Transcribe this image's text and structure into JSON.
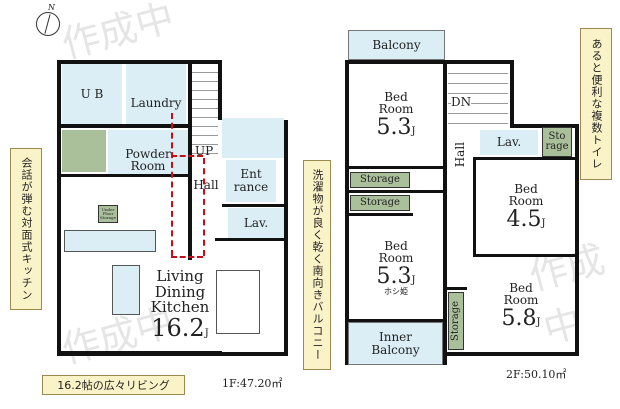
{
  "compass": {
    "label": "N"
  },
  "watermark": "作成中",
  "floor1": {
    "rooms": {
      "ub": "U B",
      "laundry": "Laundry",
      "powder_room": [
        "Powder",
        "Room"
      ],
      "hall": "Hall",
      "up": "UP",
      "entrance": [
        "Ent",
        "rance"
      ],
      "lav": "Lav.",
      "under_floor_storage": [
        "Under",
        "Floor",
        "Storage"
      ],
      "ldk": [
        "Living",
        "Dining",
        "Kitchen"
      ],
      "ldk_size": "16.2",
      "unit": "J"
    },
    "area": "1F:47.20㎡",
    "notes": {
      "kitchen": "会話が弾む対面式キッチン",
      "living": "16.2帖の広々リビング"
    }
  },
  "floor2": {
    "rooms": {
      "balcony": "Balcony",
      "bed_nw": {
        "label": [
          "Bed",
          "Room"
        ],
        "size": "5.3"
      },
      "dn": "DN",
      "hall": "Hall",
      "lav": "Lav.",
      "storage_small": [
        "Sto",
        "rage"
      ],
      "storage": "Storage",
      "bed_ne": {
        "label": [
          "Bed",
          "Room"
        ],
        "size": "4.5"
      },
      "bed_sw": {
        "label": [
          "Bed",
          "Room"
        ],
        "size": "5.3",
        "extra": "ホシ姫"
      },
      "bed_se": {
        "label": [
          "Bed",
          "Room"
        ],
        "size": "5.8"
      },
      "inner_balcony": [
        "Inner",
        "Balcony"
      ],
      "unit": "J"
    },
    "area": "2F:50.10㎡",
    "notes": {
      "balcony": "洗濯物が良く乾く南向きバルコニー",
      "toilet": "あると便利な複数トイレ"
    }
  }
}
